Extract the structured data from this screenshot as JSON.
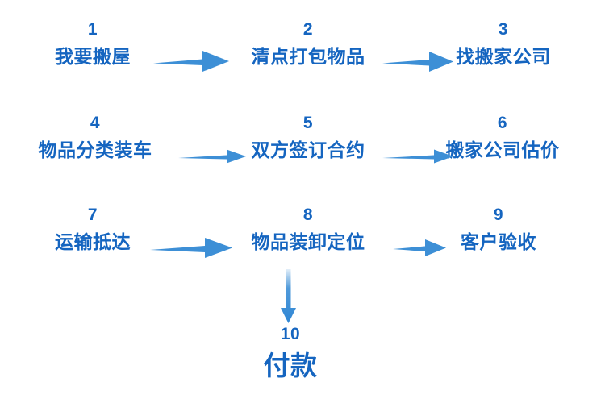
{
  "diagram": {
    "title_present": false,
    "background_color": "#ffffff",
    "text_color": "#1565C0",
    "arrow_color": "#3D8FD6",
    "steps": [
      {
        "number": "1",
        "label": "我要搬屋",
        "row": 1,
        "col": 1
      },
      {
        "number": "2",
        "label": "清点打包物品",
        "row": 1,
        "col": 2
      },
      {
        "number": "3",
        "label": "找搬家公司",
        "row": 1,
        "col": 3
      },
      {
        "number": "4",
        "label": "物品分类装车",
        "row": 2,
        "col": 1
      },
      {
        "number": "5",
        "label": "双方签订合约",
        "row": 2,
        "col": 2
      },
      {
        "number": "6",
        "label": "搬家公司估价",
        "row": 2,
        "col": 3
      },
      {
        "number": "7",
        "label": "运输抵达",
        "row": 3,
        "col": 1
      },
      {
        "number": "8",
        "label": "物品装卸定位",
        "row": 3,
        "col": 2
      },
      {
        "number": "9",
        "label": "客户验收",
        "row": 3,
        "col": 3
      },
      {
        "number": "10",
        "label": "付款",
        "row": 4,
        "col": 2
      }
    ],
    "connectors": [
      {
        "name": "arrow-1-to-2",
        "direction": "right",
        "from": "1",
        "to": "2"
      },
      {
        "name": "arrow-2-to-3",
        "direction": "right",
        "from": "2",
        "to": "3"
      },
      {
        "name": "arrow-4-to-5",
        "direction": "right",
        "from": "4",
        "to": "5"
      },
      {
        "name": "arrow-5-to-6",
        "direction": "right",
        "from": "5",
        "to": "6"
      },
      {
        "name": "arrow-7-to-8",
        "direction": "right",
        "from": "7",
        "to": "8"
      },
      {
        "name": "arrow-8-to-9",
        "direction": "right",
        "from": "8",
        "to": "9"
      },
      {
        "name": "arrow-8-to-10",
        "direction": "down",
        "from": "8",
        "to": "10"
      }
    ]
  }
}
